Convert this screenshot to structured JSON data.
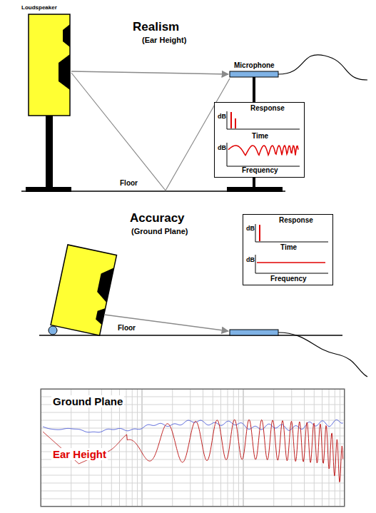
{
  "diagram": {
    "nodes": [
      {
        "text": [
          "Response",
          "dB",
          "Time",
          "dB",
          "Frequency"
        ]
      },
      {
        "text": [
          "Response",
          "dB",
          "Time",
          "dB",
          "Frequency"
        ]
      },
      {
        "text": [
          "Ground Plane",
          "Ear Height"
        ]
      }
    ],
    "labels": [
      "Loudspeaker",
      "Realism",
      "(Ear Height)",
      "Microphone",
      "Floor",
      "Accuracy",
      "(Ground Plane)",
      "Floor"
    ]
  }
}
